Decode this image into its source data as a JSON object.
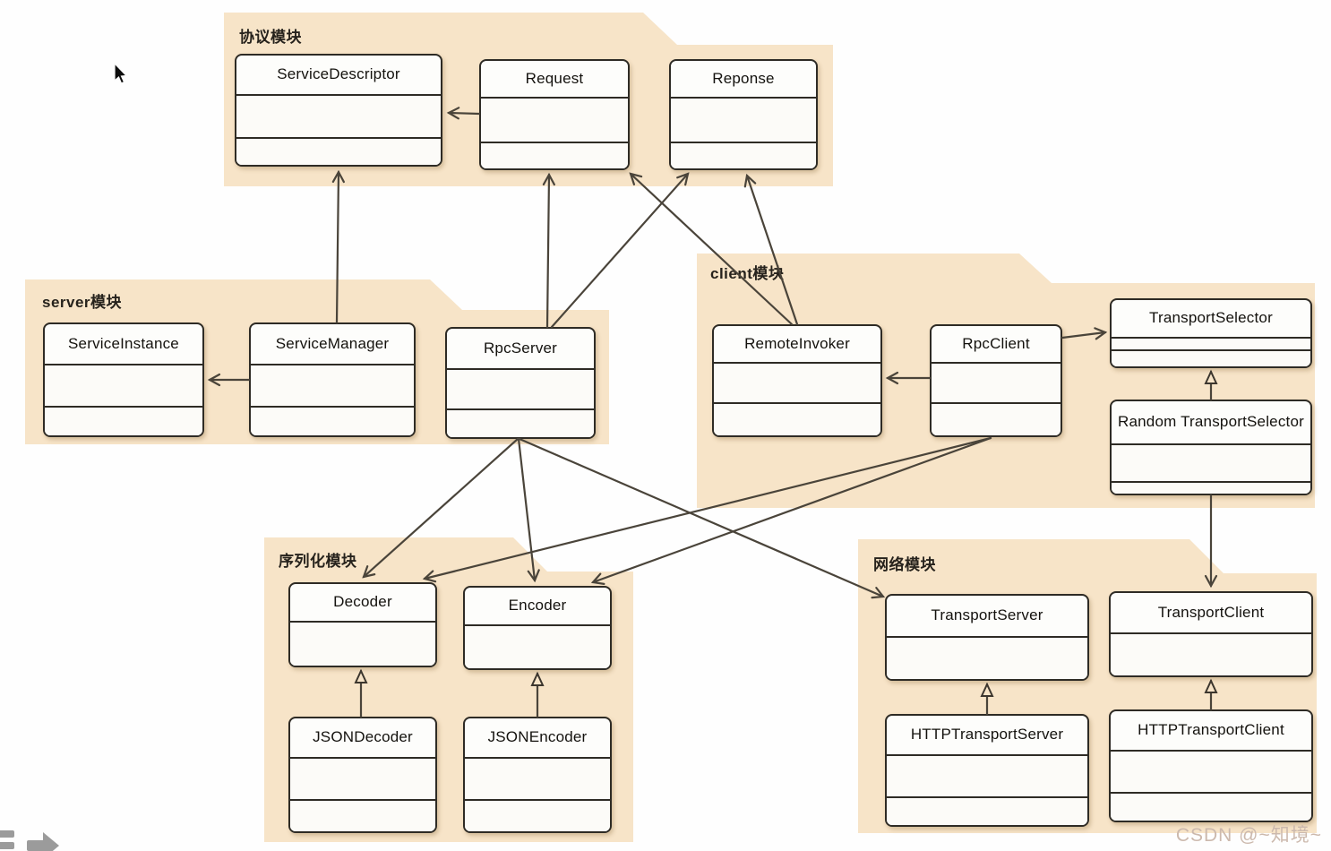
{
  "watermark": {
    "text": "CSDN @~知境~"
  },
  "packages": {
    "protocol": {
      "label": "协议模块"
    },
    "server": {
      "label": "server模块"
    },
    "client": {
      "label": "client模块"
    },
    "serialization": {
      "label": "序列化模块"
    },
    "network": {
      "label": "网络模块"
    }
  },
  "classes": {
    "service_descriptor": {
      "name": "ServiceDescriptor"
    },
    "request": {
      "name": "Request"
    },
    "reponse": {
      "name": "Reponse"
    },
    "service_instance": {
      "name": "ServiceInstance"
    },
    "service_manager": {
      "name": "ServiceManager"
    },
    "rpc_server": {
      "name": "RpcServer"
    },
    "remote_invoker": {
      "name": "RemoteInvoker"
    },
    "rpc_client": {
      "name": "RpcClient"
    },
    "transport_selector": {
      "name": "TransportSelector"
    },
    "random_transport_selector": {
      "name": "Random TransportSelector"
    },
    "decoder": {
      "name": "Decoder"
    },
    "encoder": {
      "name": "Encoder"
    },
    "json_decoder": {
      "name": "JSONDecoder"
    },
    "json_encoder": {
      "name": "JSONEncoder"
    },
    "transport_server": {
      "name": "TransportServer"
    },
    "transport_client": {
      "name": "TransportClient"
    },
    "http_transport_server": {
      "name": "HTTPTransportServer"
    },
    "http_transport_client": {
      "name": "HTTPTransportClient"
    }
  },
  "relations": [
    {
      "from": "Request",
      "to": "ServiceDescriptor",
      "type": "association"
    },
    {
      "from": "ServiceManager",
      "to": "ServiceDescriptor",
      "type": "association"
    },
    {
      "from": "RpcServer",
      "to": "Request",
      "type": "association"
    },
    {
      "from": "RpcServer",
      "to": "Reponse",
      "type": "association"
    },
    {
      "from": "RemoteInvoker",
      "to": "Request",
      "type": "association"
    },
    {
      "from": "RemoteInvoker",
      "to": "Reponse",
      "type": "association"
    },
    {
      "from": "ServiceManager",
      "to": "ServiceInstance",
      "type": "association"
    },
    {
      "from": "RpcClient",
      "to": "RemoteInvoker",
      "type": "association"
    },
    {
      "from": "RpcClient",
      "to": "TransportSelector",
      "type": "association"
    },
    {
      "from": "RandomTransportSelector",
      "to": "TransportClient",
      "type": "association"
    },
    {
      "from": "RpcServer",
      "to": "Decoder",
      "type": "association"
    },
    {
      "from": "RpcServer",
      "to": "Encoder",
      "type": "association"
    },
    {
      "from": "RpcServer",
      "to": "TransportServer",
      "type": "association"
    },
    {
      "from": "RpcClient",
      "to": "Decoder",
      "type": "association"
    },
    {
      "from": "RpcClient",
      "to": "Encoder",
      "type": "association"
    },
    {
      "from": "JSONDecoder",
      "to": "Decoder",
      "type": "generalization"
    },
    {
      "from": "JSONEncoder",
      "to": "Encoder",
      "type": "generalization"
    },
    {
      "from": "HTTPTransportServer",
      "to": "TransportServer",
      "type": "generalization"
    },
    {
      "from": "HTTPTransportClient",
      "to": "TransportClient",
      "type": "generalization"
    },
    {
      "from": "RandomTransportSelector",
      "to": "TransportSelector",
      "type": "generalization"
    }
  ],
  "colors": {
    "package_fill": "#f7e4c8",
    "box_border": "#2e2b25",
    "line": "#4a443a",
    "watermark": "#ccb9ad"
  }
}
